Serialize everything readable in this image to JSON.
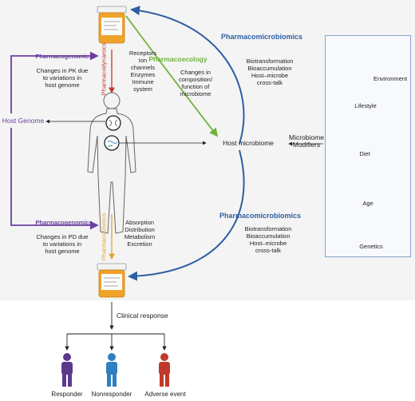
{
  "pharmacomicrobiomics_top": "Pharmacomicrobiomics",
  "pharmacomicrobiomics_bottom": "Pharmacomicrobiomics",
  "pharmacoecology": "Pharmacoecology",
  "pharmacogenomics_top": "Pharmacogenomics",
  "pharmacogenomics_bottom": "Pharmacogenomics",
  "pharmacodynamics": "Pharmacodynamics",
  "pharmacokinetics": "Pharmacokinetics",
  "host_genome": "Host Genome",
  "host_microbiome": "Host microbiome",
  "microbiome_modifiers": [
    "Microbiome",
    "Modifiers"
  ],
  "pd_targets": [
    "Receptors",
    "Ion",
    "channels",
    "Enzymes",
    "Immune",
    "system"
  ],
  "pk_processes": [
    "Absorption",
    "Distribution",
    "Metabolism",
    "Excretion"
  ],
  "pk_variation": [
    "Changes in PK due",
    "to variations in",
    "host genome"
  ],
  "pd_variation": [
    "Changes in PD due",
    "to variations in",
    "host genome"
  ],
  "ecology_desc": [
    "Changes in",
    "composition/",
    "function of",
    "microbiome"
  ],
  "microbe_interactions_top": [
    "Biotransformation",
    "Bioaccumulation",
    "Host–microbe",
    "cross-talk"
  ],
  "microbe_interactions_bottom": [
    "Biotransformation",
    "Bioaccumulation",
    "Host–microbe",
    "cross-talk"
  ],
  "modifiers": {
    "environment": "Environment",
    "lifestyle": "Lifestyle",
    "diet": "Diet",
    "age": "Age",
    "genetics": "Genetics"
  },
  "clinical_response": "Clinical response",
  "outcomes": [
    "Responder",
    "Nonresponder",
    "Adverse event"
  ],
  "colors": {
    "purple": "#6b3fa0",
    "blue": "#2e5fa3",
    "green": "#6fb23c",
    "gold": "#e0a72e",
    "red": "#c0392b",
    "responder": "#5b3a8c",
    "nonresponder": "#2f7fc1",
    "adverse": "#c0392b"
  }
}
